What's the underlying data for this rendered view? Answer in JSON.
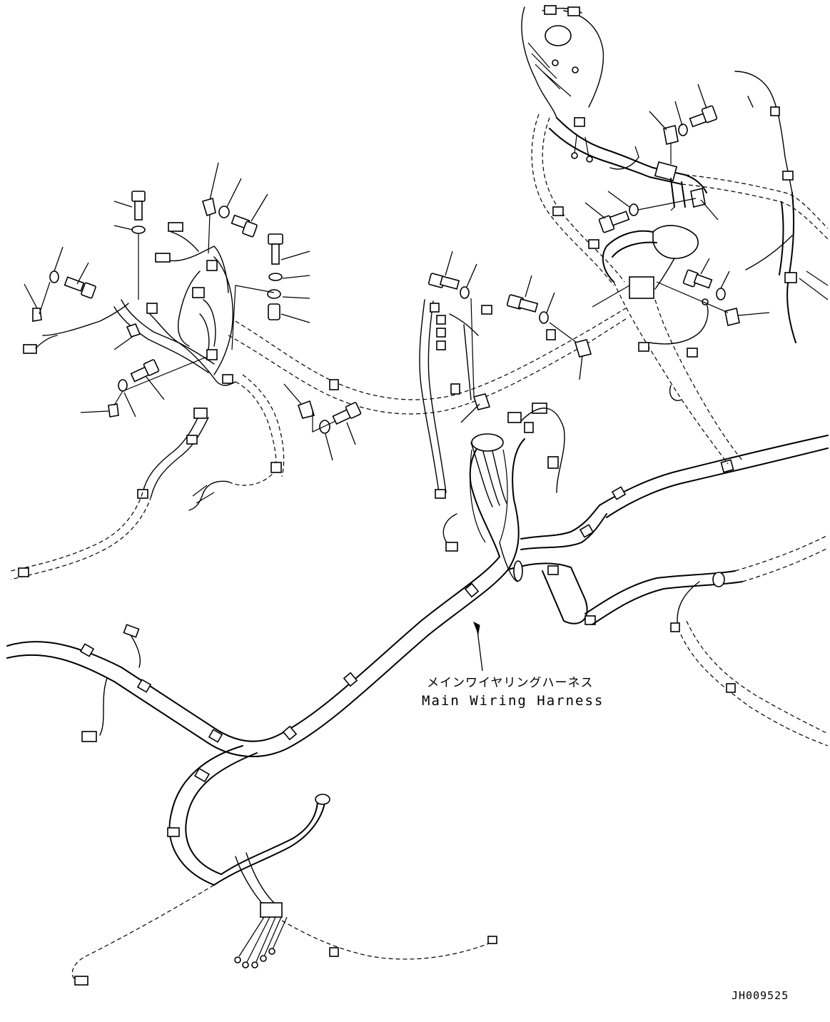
{
  "callout": {
    "label_jp": "メインワイヤリングハーネス",
    "label_en": "Main Wiring Harness"
  },
  "drawing_id": "JH009525",
  "colors": {
    "line": "#000000",
    "background": "#ffffff"
  }
}
